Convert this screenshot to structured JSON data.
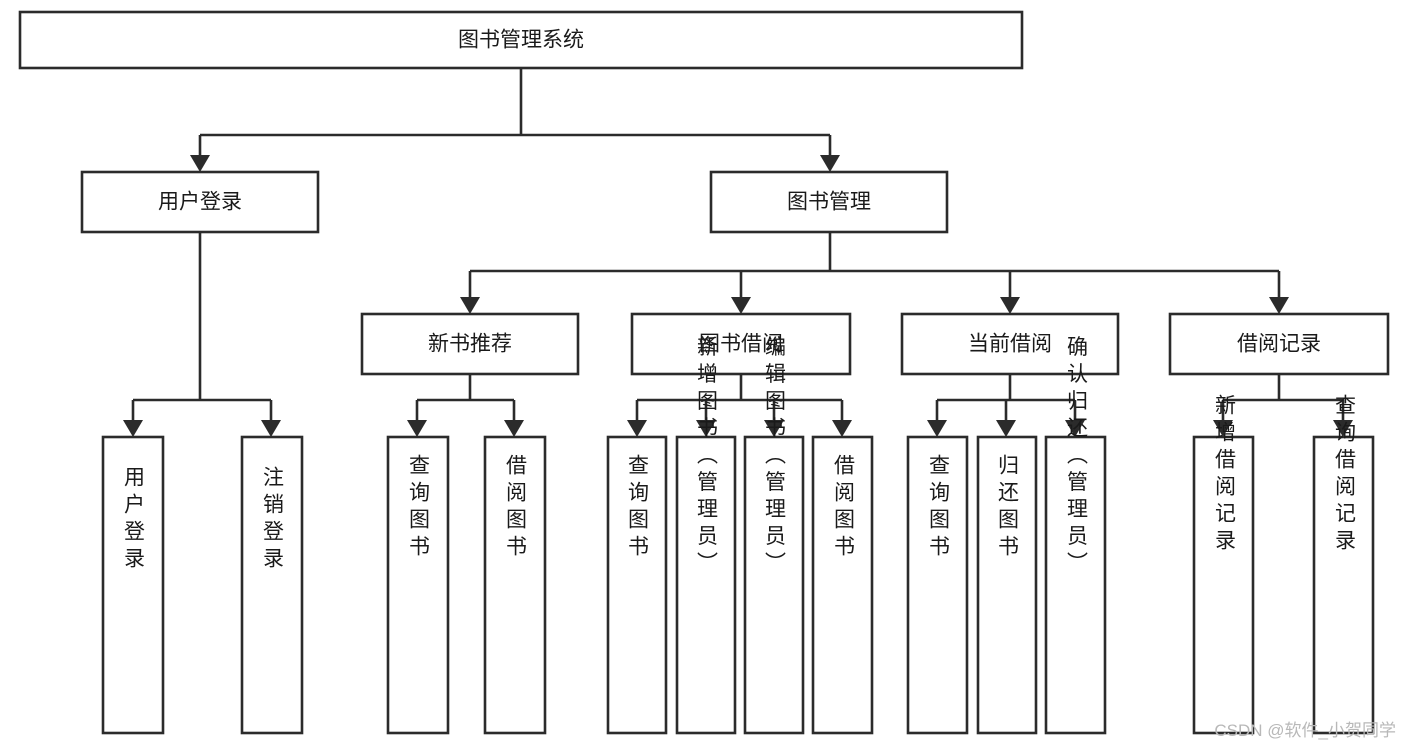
{
  "diagram": {
    "title": "图书管理系统",
    "type": "tree-hierarchy-chart",
    "orientation": "top-down",
    "colors": {
      "box_stroke": "#2b2b2b",
      "box_fill": "#ffffff",
      "connector": "#2b2b2b",
      "text": "#1a1a1a",
      "background": "#ffffff",
      "watermark": "#b8b8b8"
    },
    "levels": {
      "level1_label": "图书管理系统",
      "level2_labels": [
        "用户登录",
        "图书管理"
      ],
      "level3_labels": [
        "新书推荐",
        "图书借阅",
        "当前借阅",
        "借阅记录"
      ]
    },
    "nodes": {
      "root": {
        "label": "图书管理系统"
      },
      "user_login": {
        "label": "用户登录"
      },
      "book_manage": {
        "label": "图书管理"
      },
      "new_book_rec": {
        "label": "新书推荐"
      },
      "book_borrow": {
        "label": "图书借阅"
      },
      "current_borrow": {
        "label": "当前借阅"
      },
      "borrow_record": {
        "label": "借阅记录"
      }
    },
    "leaves": {
      "user_login_children": [
        {
          "label": "用户登录"
        },
        {
          "label": "注销登录"
        }
      ],
      "new_book_rec_children": [
        {
          "label": "查询图书"
        },
        {
          "label": "借阅图书"
        }
      ],
      "book_borrow_children": [
        {
          "label": "查询图书"
        },
        {
          "label": "新增图书（管理员）"
        },
        {
          "label": "编辑图书（管理员）"
        },
        {
          "label": "借阅图书"
        }
      ],
      "current_borrow_children": [
        {
          "label": "查询图书"
        },
        {
          "label": "归还图书"
        },
        {
          "label": "确认归还（管理员）"
        }
      ],
      "borrow_record_children": [
        {
          "label": "新增借阅记录"
        },
        {
          "label": "查询借阅记录"
        }
      ]
    },
    "watermark": "CSDN @软件_小贺同学"
  }
}
